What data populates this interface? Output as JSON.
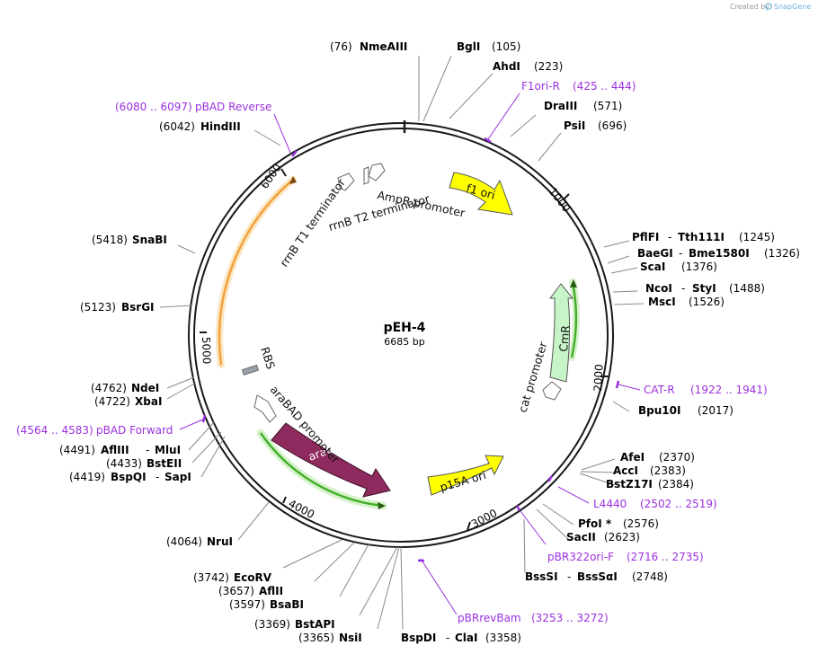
{
  "credit": {
    "text": "Created by",
    "brand": "SnapGene"
  },
  "center": {
    "name": "pEH-4",
    "length": "6685 bp"
  },
  "ticks": [
    "1000",
    "2000",
    "3000",
    "4000",
    "5000",
    "6000"
  ],
  "enzymes": {
    "nmeaiii": {
      "name": "NmeAIII",
      "pos": "(76)"
    },
    "bgli": {
      "name": "BglI",
      "pos": "(105)"
    },
    "ahdi": {
      "name": "AhdI",
      "pos": "(223)"
    },
    "draiii": {
      "name": "DraIII",
      "pos": "(571)"
    },
    "psii": {
      "name": "PsiI",
      "pos": "(696)"
    },
    "pflfi": {
      "name": "PflFI",
      "name2": "Tth111I",
      "pos": "(1245)"
    },
    "baegi": {
      "name": "BaeGI",
      "name2": "Bme1580I",
      "pos": "(1326)"
    },
    "scai": {
      "name": "ScaI",
      "pos": "(1376)"
    },
    "ncoi": {
      "name": "NcoI",
      "name2": "StyI",
      "pos": "(1488)"
    },
    "msci": {
      "name": "MscI",
      "pos": "(1526)"
    },
    "bpu10i": {
      "name": "Bpu10I",
      "pos": "(2017)"
    },
    "afei": {
      "name": "AfeI",
      "pos": "(2370)"
    },
    "acci": {
      "name": "AccI",
      "pos": "(2383)"
    },
    "bstz17i": {
      "name": "BstZ17I",
      "pos": "(2384)"
    },
    "pfoi": {
      "name": "PfoI *",
      "pos": "(2576)"
    },
    "sacii": {
      "name": "SacII",
      "pos": "(2623)"
    },
    "bsssi": {
      "name": "BssSI",
      "name2": "BssSαI",
      "pos": "(2748)"
    },
    "bspdi": {
      "name": "BspDI",
      "name2": "ClaI",
      "pos": "(3358)"
    },
    "nsii": {
      "name": "NsiI",
      "pos": "(3365)"
    },
    "bstapi": {
      "name": "BstAPI",
      "pos": "(3369)"
    },
    "bsabi": {
      "name": "BsaBI",
      "pos": "(3597)"
    },
    "aflii": {
      "name": "AflII",
      "pos": "(3657)"
    },
    "ecorv": {
      "name": "EcoRV",
      "pos": "(3742)"
    },
    "nrui": {
      "name": "NruI",
      "pos": "(4064)"
    },
    "bspqi": {
      "name": "BspQI",
      "name2": "SapI",
      "pos": "(4419)"
    },
    "bsteii": {
      "name": "BstEII",
      "pos": "(4433)"
    },
    "afliii": {
      "name": "AflIII",
      "name2": "MluI",
      "pos": "(4491)"
    },
    "xbai": {
      "name": "XbaI",
      "pos": "(4722)"
    },
    "ndei": {
      "name": "NdeI",
      "pos": "(4762)"
    },
    "bsrgi": {
      "name": "BsrGI",
      "pos": "(5123)"
    },
    "snabi": {
      "name": "SnaBI",
      "pos": "(5418)"
    },
    "hindiii": {
      "name": "HindIII",
      "pos": "(6042)"
    }
  },
  "primers": {
    "f1orir": {
      "name": "F1ori-R",
      "pos": "(425 .. 444)"
    },
    "catr": {
      "name": "CAT-R",
      "pos": "(1922 .. 1941)"
    },
    "l4440": {
      "name": "L4440",
      "pos": "(2502 .. 2519)"
    },
    "pbr322orif": {
      "name": "pBR322ori-F",
      "pos": "(2716 .. 2735)"
    },
    "pbrrevbam": {
      "name": "pBRrevBam",
      "pos": "(3253 .. 3272)"
    },
    "pbadforward": {
      "name": "pBAD Forward",
      "pos": "(4564 .. 4583)"
    },
    "pbadreverse": {
      "name": "pBAD Reverse",
      "pos": "(6080 .. 6097)"
    }
  },
  "features": {
    "f1ori": "f1 ori",
    "ampr_promoter": "AmpR promoter",
    "rrnb_t2": "rrnB T2 terminator",
    "rrnb_t1": "rrnB T1 terminator",
    "cmr": "CmR",
    "cat_promoter": "cat promoter",
    "p15a_ori": "p15A ori",
    "arac": "araC",
    "arabad_promoter": "araBAD promoter",
    "rbs": "RBS"
  },
  "colors": {
    "backbone": "#1a1a1a",
    "primer": "#9b30e0",
    "yellow_feature": "#ffff00",
    "cmr_fill": "#c8f5c8",
    "arac_fill": "#8e2a5d",
    "orf_orange": "#f2a23c",
    "orf_green": "#44b02a"
  }
}
